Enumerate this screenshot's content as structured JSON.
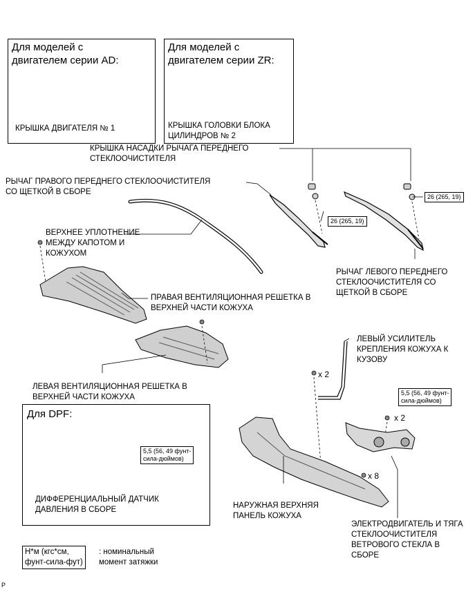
{
  "boxes": {
    "ad": {
      "title": "Для моделей с\nдвигателем серии AD:",
      "part_label": "КРЫШКА ДВИГАТЕЛЯ № 1"
    },
    "zr": {
      "title": "Для моделей с\nдвигателем серии ZR:",
      "part_label": "КРЫШКА ГОЛОВКИ БЛОКА\nЦИЛИНДРОВ № 2"
    },
    "dpf": {
      "title": "Для DPF:",
      "part_label": "ДИФФЕРЕНЦИАЛЬНЫЙ ДАТЧИК\nДАВЛЕНИЯ В СБОРЕ",
      "torque": "5,5 (56, 49 фунт-\nсила-дюймов)"
    }
  },
  "labels": {
    "wiper_cap": "КРЫШКА НАСАДКИ РЫЧАГА ПЕРЕДНЕГО\nСТЕКЛООЧИСТИТЕЛЯ",
    "right_wiper_arm": "РЫЧАГ ПРАВОГО ПЕРЕДНЕГО СТЕКЛООЧИСТИТЕЛЯ\nСО ЩЕТКОЙ В СБОРЕ",
    "upper_seal": "ВЕРХНЕЕ УПЛОТНЕНИЕ\nМЕЖДУ КАПОТОМ И\nКОЖУХОМ",
    "left_wiper_arm": "РЫЧАГ ЛЕВОГО ПЕРЕДНЕГО\nСТЕКЛООЧИСТИТЕЛЯ СО\nЩЕТКОЙ В СБОРЕ",
    "right_grille": "ПРАВАЯ ВЕНТИЛЯЦИОННАЯ РЕШЕТКА В\nВЕРХНЕЙ ЧАСТИ КОЖУХА",
    "left_brace": "ЛЕВЫЙ УСИЛИТЕЛЬ\nКРЕПЛЕНИЯ КОЖУХА К\nКУЗОВУ",
    "left_grille": "ЛЕВАЯ ВЕНТИЛЯЦИОННАЯ РЕШЕТКА В\nВЕРХНЕЙ ЧАСТИ КОЖУХА",
    "outer_panel": "НАРУЖНАЯ ВЕРХНЯЯ\nПАНЕЛЬ КОЖУХА",
    "wiper_motor": "ЭЛЕКТРОДВИГАТЕЛЬ И ТЯГА\nСТЕКЛООЧИСТИТЕЛЯ\nВЕТРОВОГО СТЕКЛА В\nСБОРЕ"
  },
  "torques": {
    "right_arm_nut": "26 (265, 19)",
    "left_arm_nut": "26 (265, 19)",
    "motor_bolt": "5,5 (56, 49 фунт-\nсила-дюймов)"
  },
  "multipliers": {
    "brace_bolts": "x 2",
    "motor_bolts": "x 2",
    "panel_clips": "x 8"
  },
  "legend": {
    "unit": "Н*м (кгс*см,\nфунт-сила-фут)",
    "description": ": номинальный\nмомент затяжки"
  },
  "footer": "P"
}
